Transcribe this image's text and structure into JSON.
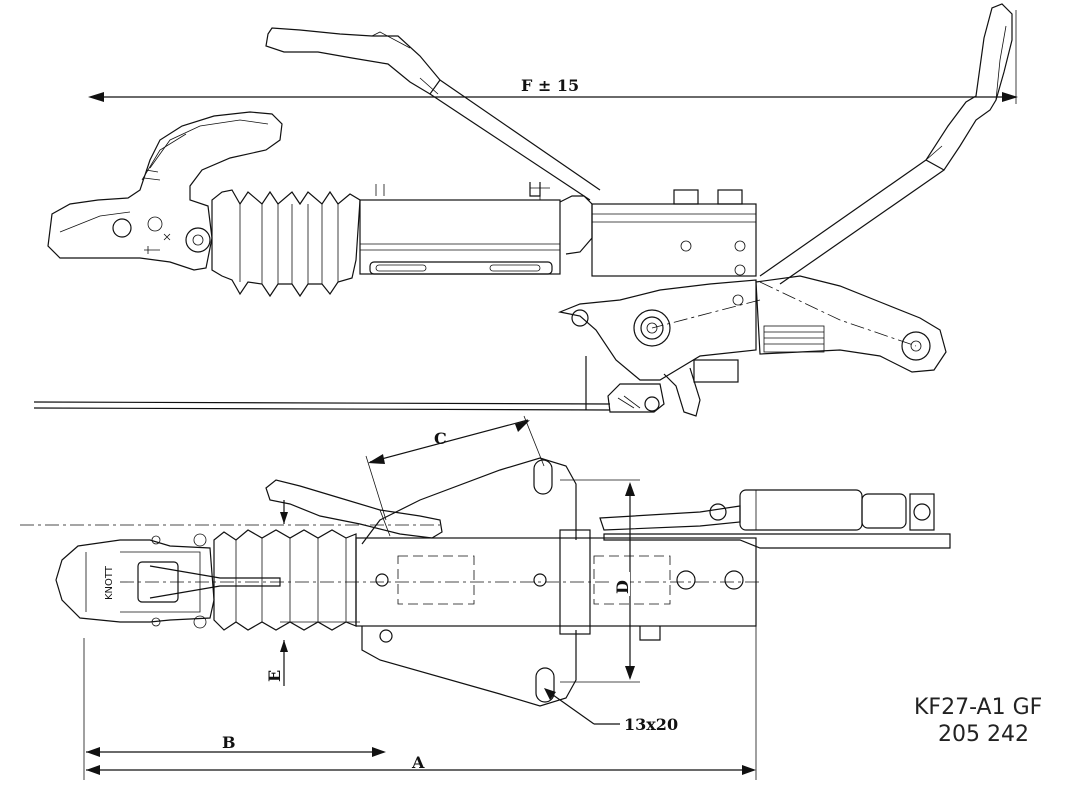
{
  "drawing": {
    "dimensions": {
      "f": "F ± 15",
      "c": "C",
      "d": "D",
      "e": "E",
      "b": "B",
      "a": "A",
      "slot": "13x20"
    },
    "brand_mark": "KNOTT",
    "model": {
      "line1": "KF27-A1  GF",
      "line2": "205 242"
    }
  }
}
